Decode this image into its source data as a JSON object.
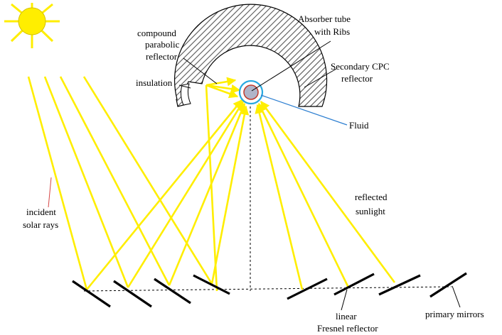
{
  "labels": {
    "absorber_line1": "Absorber tube",
    "absorber_line2": "with Ribs",
    "cpc_line1": "compound",
    "cpc_line2": "parabolic",
    "cpc_line3": "reflector",
    "secondary_line1": "Secondary CPC",
    "secondary_line2": "reflector",
    "insulation": "insulation",
    "fluid": "Fluid",
    "reflected_line1": "reflected",
    "reflected_line2": "sunlight",
    "incident_line1": "incident",
    "incident_line2": "solar rays",
    "linear_fresnel_line1": "linear",
    "linear_fresnel_line2": "Fresnel reflector",
    "primary_mirrors": "primary mirrors"
  },
  "colors": {
    "ray": "#ffee00",
    "sun": "#ffee00",
    "sun_outline": "#d4c200",
    "receiver_hatch": "#555555",
    "absorber_ring": "#29a8e0",
    "absorber_tube": "#b0b4c8",
    "absorber_outline": "#c0392b",
    "fluid_leader": "#2d7fd1",
    "incident_leader": "#d64545"
  },
  "icons": {
    "sun": "sun-icon"
  }
}
